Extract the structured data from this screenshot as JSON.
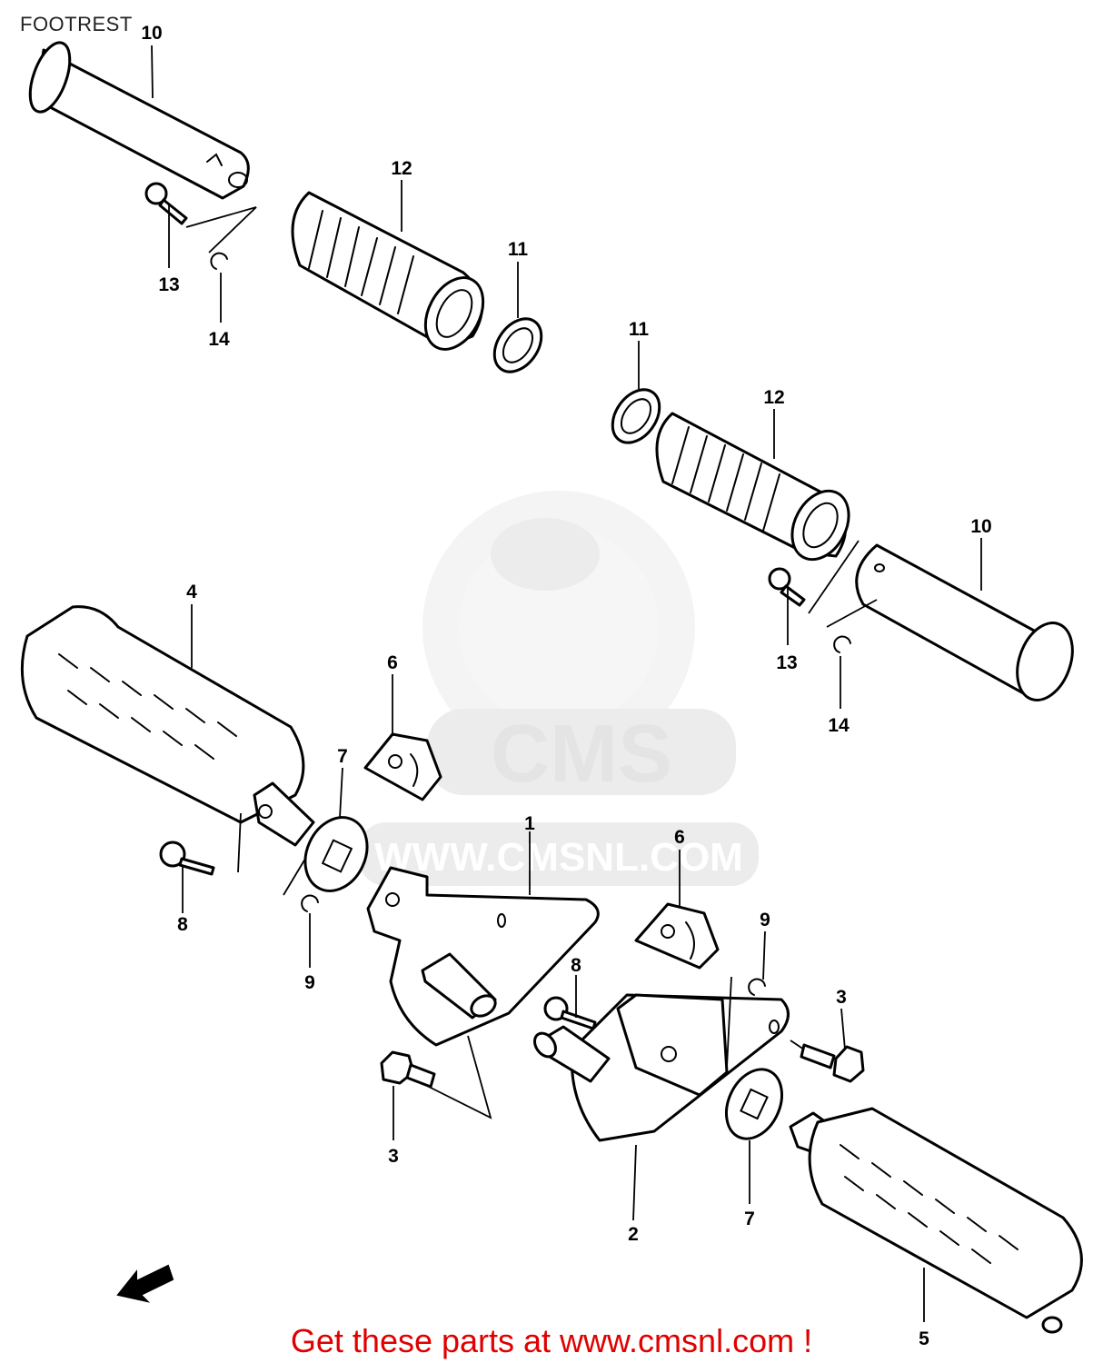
{
  "page": {
    "title": "FOOTREST"
  },
  "watermark": {
    "brand": "CMS",
    "url": "WWW.CMSNL.COM"
  },
  "footer": {
    "cta": "Get these parts at www.cmsnl.com !"
  },
  "callouts": [
    "10",
    "12",
    "11",
    "13",
    "14",
    "11",
    "12",
    "10",
    "13",
    "14",
    "4",
    "6",
    "7",
    "8",
    "9",
    "1",
    "6",
    "9",
    "8",
    "3",
    "3",
    "2",
    "7",
    "5"
  ]
}
